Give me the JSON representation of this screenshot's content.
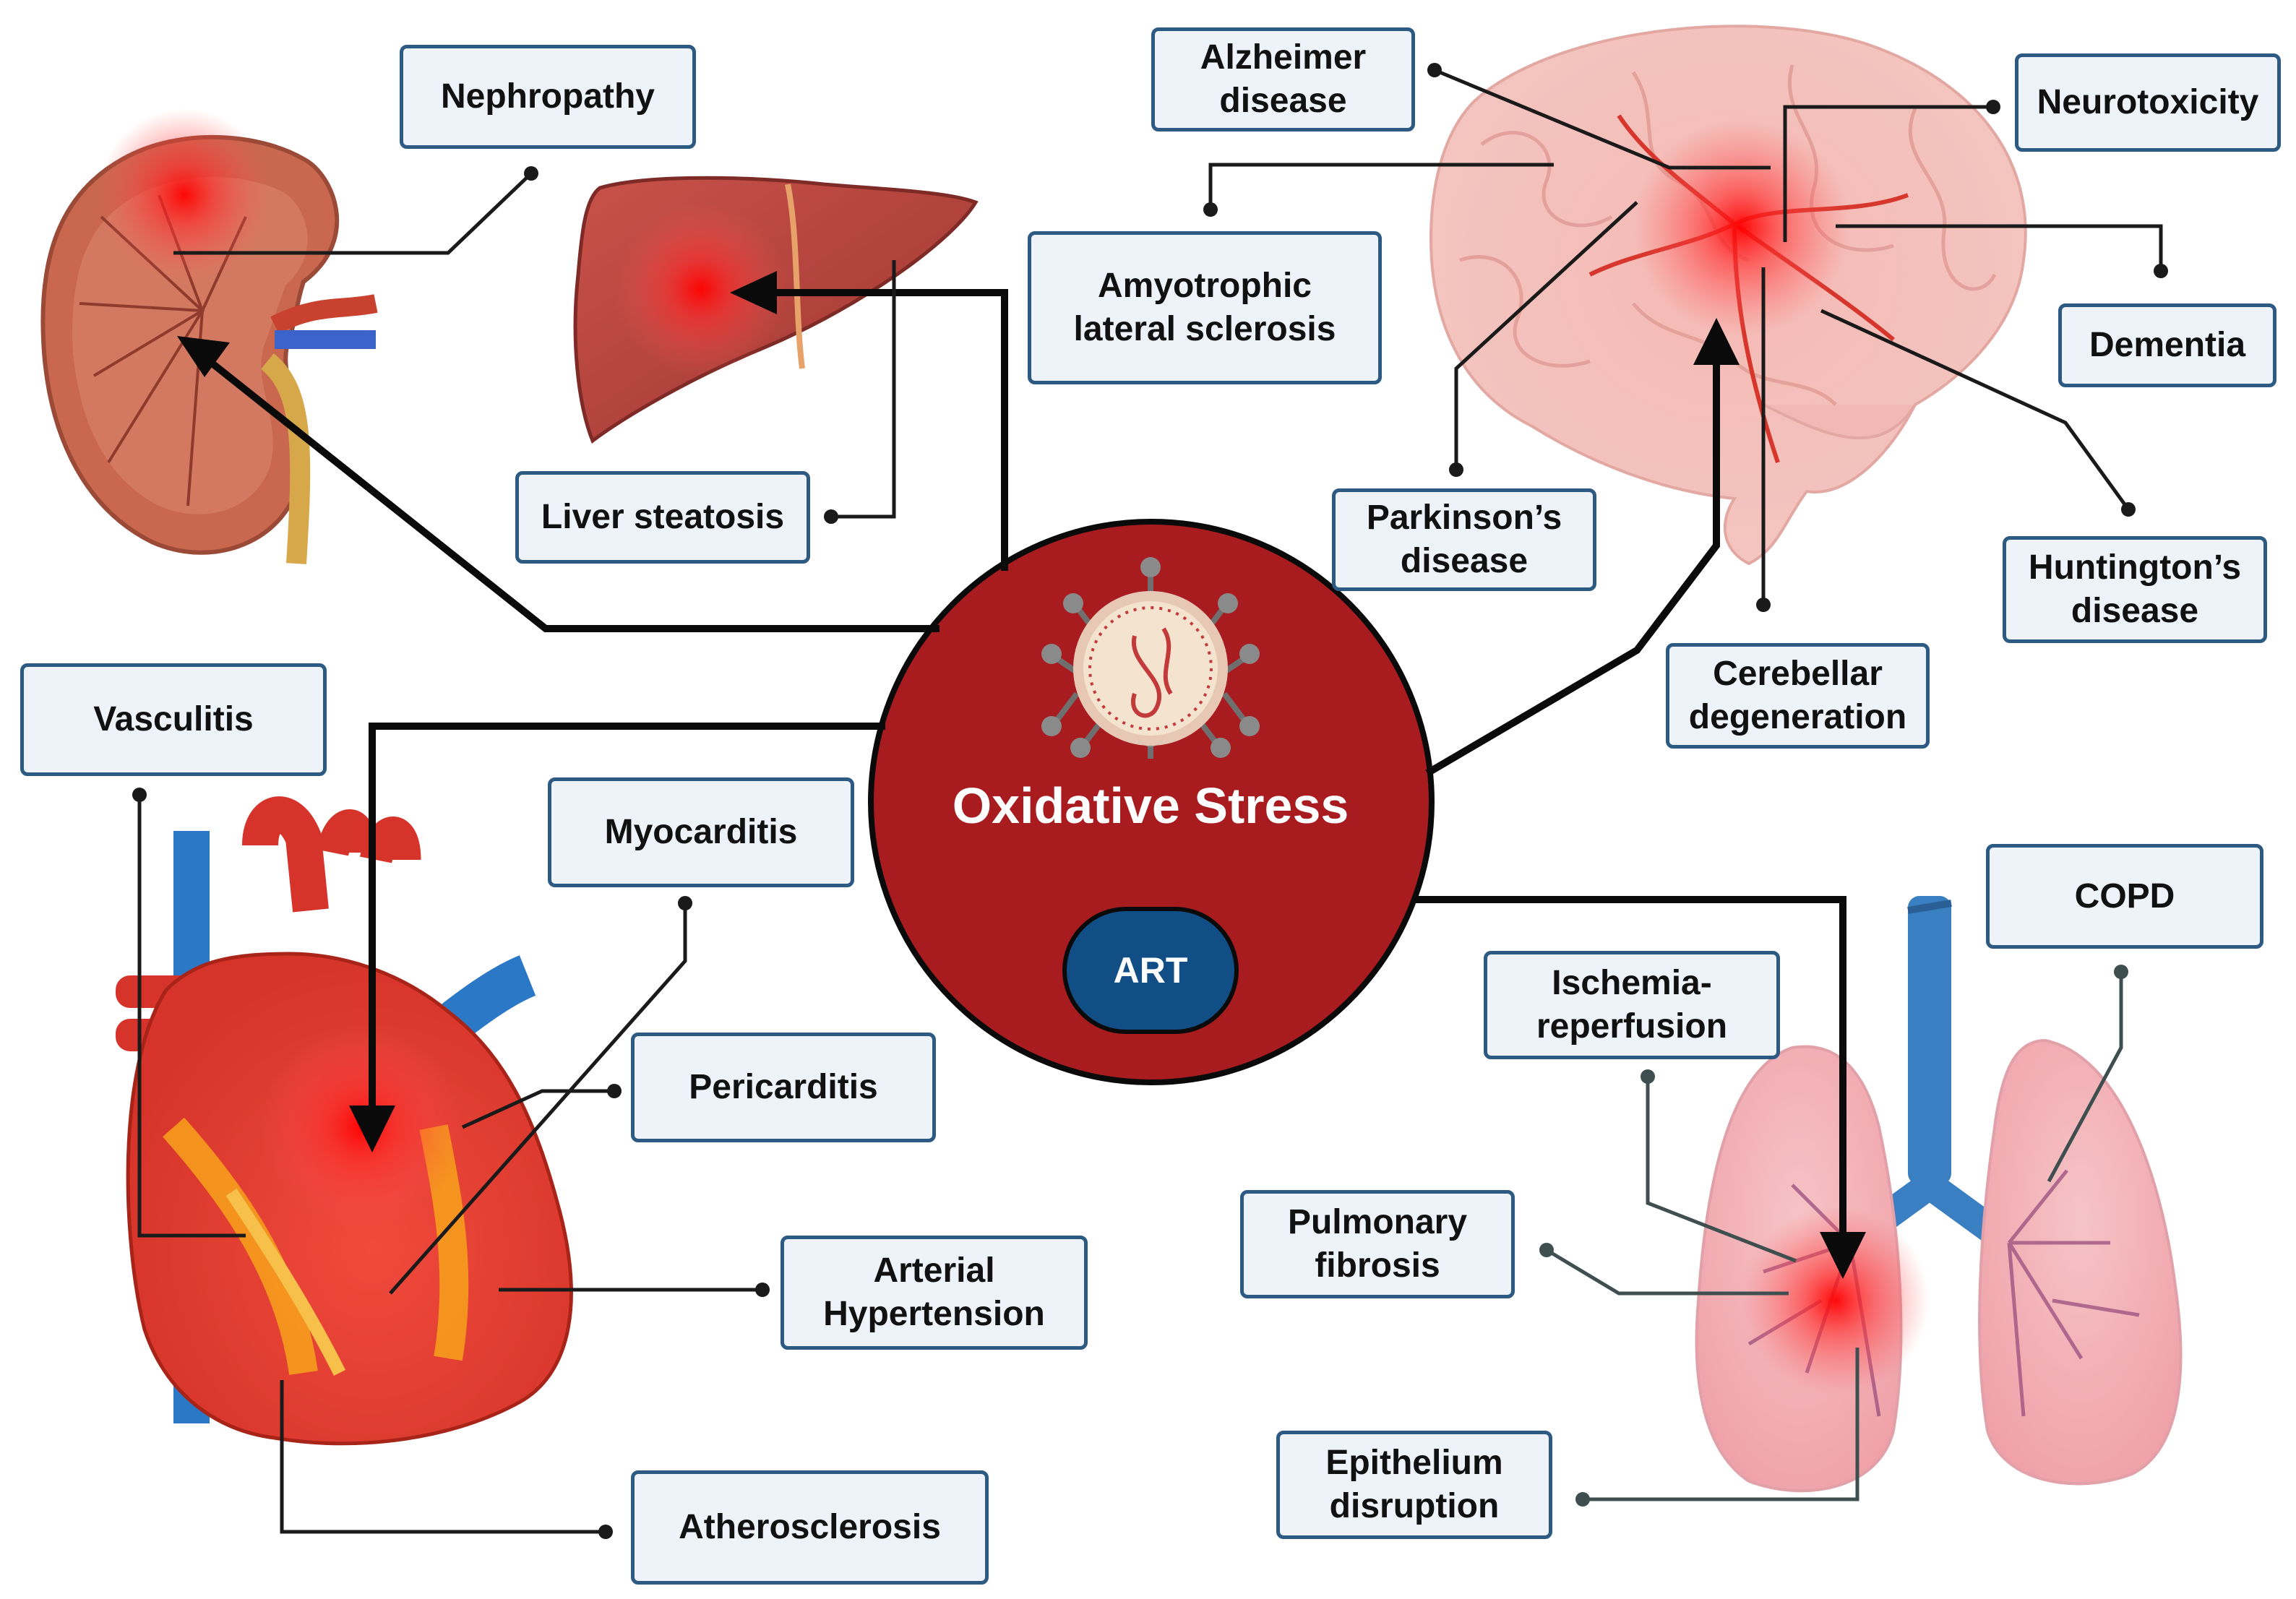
{
  "hub": {
    "title": "Oxidative Stress",
    "badge": "ART"
  },
  "labels": {
    "nephropathy": [
      "Nephropathy"
    ],
    "liver_steatosis": [
      "Liver steatosis"
    ],
    "alzheimer": [
      "Alzheimer",
      "disease"
    ],
    "als": [
      "Amyotrophic",
      "lateral sclerosis"
    ],
    "neurotoxicity": [
      "Neurotoxicity"
    ],
    "dementia": [
      "Dementia"
    ],
    "parkinsons": [
      "Parkinson’s",
      "disease"
    ],
    "huntingtons": [
      "Huntington’s",
      "disease"
    ],
    "cerebellar": [
      "Cerebellar",
      "degeneration"
    ],
    "vasculitis": [
      "Vasculitis"
    ],
    "myocarditis": [
      "Myocarditis"
    ],
    "pericarditis": [
      "Pericarditis"
    ],
    "arterial_hypertension": [
      "Arterial",
      "Hypertension"
    ],
    "atherosclerosis": [
      "Atherosclerosis"
    ],
    "copd": [
      "COPD"
    ],
    "ischemia": [
      "Ischemia-",
      "reperfusion"
    ],
    "pulmonary_fibrosis": [
      "Pulmonary",
      "fibrosis"
    ],
    "epithelium": [
      "Epithelium",
      "disruption"
    ]
  },
  "colors": {
    "hub_fill": "#a81c1f",
    "badge_fill": "#124e86",
    "label_border": "#2c5a82",
    "label_fill": "#eef2f9",
    "arrow": "#0a0a0a",
    "hotspot": "#ff2020"
  },
  "organs": [
    "kidney",
    "liver",
    "brain",
    "heart",
    "lungs"
  ],
  "icons": [
    "virus-icon"
  ]
}
